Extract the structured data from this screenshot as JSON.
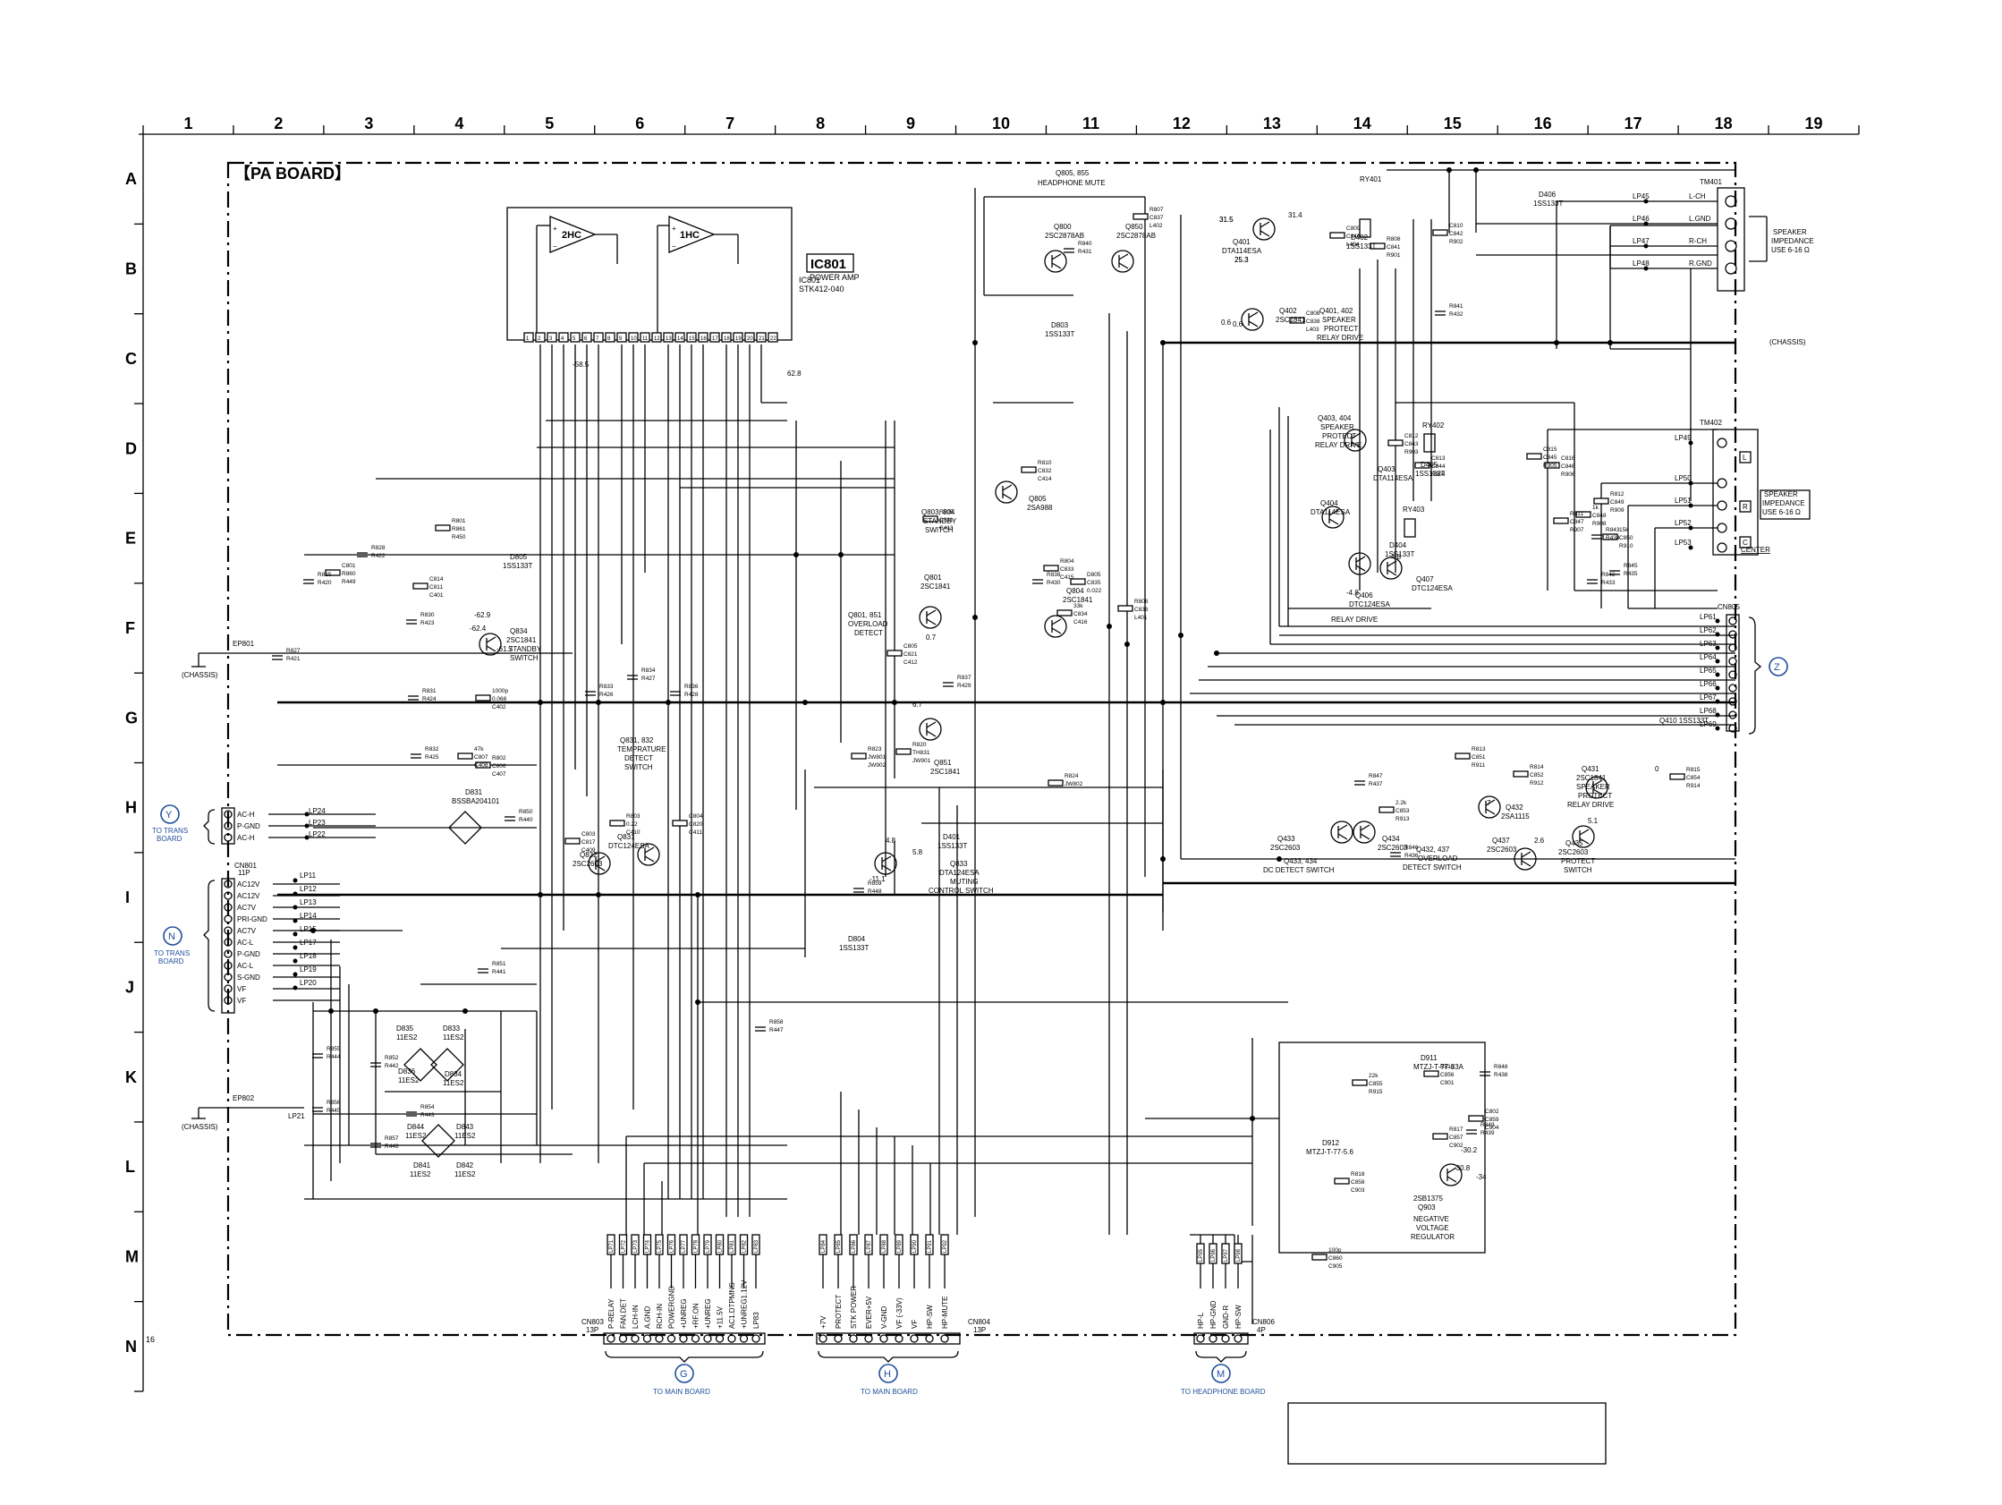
{
  "grid": {
    "columns": [
      "1",
      "2",
      "3",
      "4",
      "5",
      "6",
      "7",
      "8",
      "9",
      "10",
      "11",
      "12",
      "13",
      "14",
      "15",
      "16",
      "17",
      "18",
      "19"
    ],
    "rows": [
      "A",
      "B",
      "C",
      "D",
      "E",
      "F",
      "G",
      "H",
      "I",
      "J",
      "K",
      "L",
      "M",
      "N"
    ]
  },
  "board_title": "【PA BOARD】",
  "page_number": "16",
  "ic801": {
    "badge": "IC801",
    "part": "IC801",
    "part_no": "STK412-040",
    "function": "POWER AMP",
    "amp1": "1HC",
    "amp2": "2HC",
    "pins": [
      "1",
      "2",
      "3",
      "4",
      "5",
      "6",
      "7",
      "8",
      "9",
      "10",
      "11",
      "12",
      "13",
      "14",
      "15",
      "16",
      "17",
      "18",
      "19",
      "20",
      "21",
      "22"
    ]
  },
  "headphone_mute": {
    "label": "Q805, 855",
    "function": "HEADPHONE MUTE"
  },
  "transistors": {
    "q800": {
      "ref": "Q800",
      "part": "2SC2878AB"
    },
    "q850": {
      "ref": "Q850",
      "part": "2SC2878AB"
    },
    "q401": {
      "ref": "Q401",
      "part": "DTA114ESA",
      "v1": "31.5",
      "v2": "25.3"
    },
    "q402": {
      "ref": "Q402",
      "part": "2SC1841",
      "v": "0.6"
    },
    "q401_402": {
      "ref": "Q401, 402",
      "line1": "SPEAKER",
      "line2": "PROTECT",
      "line3": "RELAY DRIVE"
    },
    "q403": {
      "ref": "Q403",
      "part": "DTA114ESA"
    },
    "q404": {
      "ref": "Q404",
      "part": "DTA114ESA"
    },
    "q403_404": {
      "ref": "Q403, 404",
      "line1": "SPEAKER",
      "line2": "PROTECT",
      "line3": "RELAY DRIVE"
    },
    "q406": {
      "ref": "Q406",
      "part": "DTC124ESA"
    },
    "q407": {
      "ref": "Q407",
      "part": "DTC124ESA"
    },
    "relay_drive": "RELAY DRIVE",
    "q834": {
      "ref": "Q834",
      "part": "2SC1841",
      "func1": "STANDBY",
      "func2": "SWITCH"
    },
    "q805": {
      "ref": "Q805",
      "part": "2SA988"
    },
    "q803_804": {
      "ref": "Q803, 804",
      "func1": "STANDBY",
      "func2": "SWITCH"
    },
    "q804": {
      "ref": "Q804",
      "part": "2SC1841"
    },
    "q801": {
      "ref": "Q801",
      "part": "2SC1841"
    },
    "q801_851": {
      "ref": "Q801, 851",
      "func1": "OVERLOAD",
      "func2": "DETECT"
    },
    "q851": {
      "ref": "Q851",
      "part": "2SC1841"
    },
    "q831_832": {
      "ref": "Q831, 832",
      "func1": "TEMPRATURE",
      "func2": "DETECT",
      "func3": "SWITCH"
    },
    "q832": {
      "ref": "Q832",
      "part": "2SC2603"
    },
    "q831": {
      "ref": "Q831",
      "part": "DTC124ESA"
    },
    "q833": {
      "ref": "Q833",
      "part": "DTA124ESA",
      "func1": "MUTING",
      "func2": "CONTROL SWITCH"
    },
    "q433": {
      "ref": "Q433",
      "part": "2SC2603"
    },
    "q434": {
      "ref": "Q434",
      "part": "2SC2603"
    },
    "q433_434": {
      "ref": "Q433, 434",
      "func": "DC DETECT SWITCH"
    },
    "q432": {
      "ref": "Q432",
      "part": "2SA1115"
    },
    "q437": {
      "ref": "Q437",
      "part": "2SC2603"
    },
    "q432_437": {
      "ref": "Q432, 437",
      "func1": "OVERLOAD",
      "func2": "DETECT SWITCH"
    },
    "q431": {
      "ref": "Q431",
      "part": "2SC1841",
      "func1": "SPEAKER",
      "func2": "PROTECT",
      "func3": "RELAY DRIVE"
    },
    "q435": {
      "ref": "Q435",
      "part": "2SC2603",
      "func1": "PROTECT",
      "func2": "SWITCH"
    },
    "q903": {
      "ref": "Q903",
      "part": "2SB1375",
      "func1": "NEGATIVE",
      "func2": "VOLTAGE",
      "func3": "REGULATOR"
    }
  },
  "bridges": {
    "d831": {
      "ref": "D831",
      "part": "BSSBA204101"
    },
    "d835": {
      "ref": "D835",
      "part": "11ES2"
    },
    "d834": {
      "ref": "D834",
      "part": "11ES2"
    },
    "d836": {
      "ref": "D836",
      "part": "11ES2"
    },
    "d833": {
      "ref": "D833",
      "part": "11ES2"
    },
    "d844": {
      "ref": "D844",
      "part": "11ES2"
    },
    "d843": {
      "ref": "D843",
      "part": "11ES2"
    },
    "d841": {
      "ref": "D841",
      "part": "11ES2"
    },
    "d842": {
      "ref": "D842",
      "part": "11ES2"
    }
  },
  "diodes": {
    "d401": {
      "ref": "D401",
      "part": "1SS133T"
    },
    "d402": {
      "ref": "D402",
      "part": "1SS133T"
    },
    "d404": {
      "ref": "D404",
      "part": "1SS133T"
    },
    "d405": {
      "ref": "D405",
      "part": "1SS133T"
    },
    "d406": {
      "ref": "D406",
      "part": "1SS133T"
    },
    "d803": {
      "ref": "D803",
      "part": "1SS133T"
    },
    "d805": {
      "ref": "D805",
      "part": "1SS133T"
    },
    "d804": {
      "ref": "D804",
      "part": "1SS133T"
    },
    "d911": {
      "ref": "D911",
      "part": "MTZJ-T-77-33A"
    },
    "d912": {
      "ref": "D912",
      "part": "MTZJ-T-77-5.6"
    }
  },
  "relays": {
    "ry401": "RY401",
    "ry402": "RY402",
    "ry403": "RY403"
  },
  "terminals": {
    "tm401": {
      "ref": "TM401",
      "pins": [
        "LP45",
        "LP46",
        "LP47",
        "LP48"
      ],
      "labels": [
        "L-CH",
        "L.GND",
        "R-CH",
        "R.GND"
      ],
      "impedance": [
        "SPEAKER",
        "IMPEDANCE",
        "USE 6-16 Ω"
      ]
    },
    "tm402": {
      "ref": "TM402",
      "pins": [
        "LP49",
        "LP50",
        "LP51",
        "LP52",
        "LP53"
      ],
      "marks": [
        "L",
        "R",
        "C"
      ],
      "impedance": [
        "SPEAKER",
        "IMPEDANCE",
        "USE 6-16 Ω"
      ],
      "center": "CENTER"
    },
    "chassis": "(CHASSIS)"
  },
  "cn805": {
    "ref": "CN805",
    "pins": [
      "LP61",
      "LP62",
      "LP63",
      "LP64",
      "LP65",
      "LP66",
      "LP67",
      "LP68",
      "LP69"
    ],
    "marker": "Z",
    "note": "Q410 1SS133T"
  },
  "left_connectors": {
    "y": {
      "marker": "Y",
      "to1": "TO TRANS",
      "to2": "BOARD",
      "pins": [
        "AC-H",
        "P-GND",
        "AC-H"
      ],
      "lps": [
        "LP24",
        "LP23",
        "LP22"
      ]
    },
    "n": {
      "marker": "N",
      "to1": "TO TRANS",
      "to2": "BOARD",
      "ref": "CN801",
      "pins_label": "11P",
      "pins": [
        "AC12V",
        "AC12V",
        "AC7V",
        "PRI-GND",
        "AC7V",
        "AC-L",
        "P-GND",
        "AC-L",
        "S-GND",
        "VF",
        "VF"
      ],
      "lps": [
        "LP11",
        "LP12",
        "LP13",
        "LP14",
        "LP15",
        "LP17",
        "LP18",
        "LP19",
        "LP20"
      ]
    },
    "ep801": "EP801",
    "ep802": "EP802",
    "lp21": "LP21",
    "chassis1": "(CHASSIS)",
    "chassis2": "(CHASSIS)"
  },
  "bottom_connectors": {
    "cn803": {
      "ref": "CN803",
      "pins_label": "13P",
      "marker": "G",
      "to": "TO MAIN BOARD",
      "pins": [
        "P-RELAY",
        "FAN.DET",
        "LCH-IN",
        "A.GND",
        "RCH-IN",
        "POWERGND",
        "+UNREG",
        "+RF.ON",
        "+UNREG",
        "+11.5V",
        "AC1.DTPMNS",
        "+UNREG1.12V",
        "LP83"
      ],
      "lps": [
        "LP71",
        "LP72",
        "LP73",
        "LP74",
        "LP75",
        "LP76",
        "LP77",
        "LP78",
        "LP79",
        "LP80",
        "LP81",
        "LP82",
        "LP83"
      ]
    },
    "cn804": {
      "ref": "CN804",
      "pins_label": "13P",
      "marker": "H",
      "to": "TO MAIN BOARD",
      "pins": [
        "+7V",
        "PROTECT",
        "STK POWER",
        "EVER+5V",
        "V-GND",
        "VF (-33V)",
        "VF",
        "HP-SW",
        "HP-MUTE"
      ],
      "lps": [
        "LP84",
        "LP85",
        "LP86",
        "LP87",
        "LP88",
        "LP89",
        "LP90",
        "LP91",
        "LP92"
      ]
    },
    "cn806": {
      "ref": "CN806",
      "pins_label": "4P",
      "marker": "M",
      "to": "TO HEADPHONE BOARD",
      "pins": [
        "HP-L",
        "HP-GND",
        "GND-R",
        "HP-SW"
      ],
      "lps": [
        "LP95",
        "LP96",
        "LP97",
        "LP98"
      ]
    }
  },
  "components": [
    "C801",
    "R801",
    "C814",
    "1000p",
    "R802",
    "47k",
    "C803",
    "R803",
    "C804",
    "C805",
    "R805",
    "R810",
    "R804",
    "33k",
    "D805",
    "R806",
    "R807",
    "C808",
    "C809",
    "R808",
    "C810",
    "C812",
    "C813",
    "C815",
    "C816",
    "R811",
    "1k",
    "R812",
    "15k",
    "R813",
    "R814",
    "2.2k",
    "R815",
    "22k",
    "R816",
    "R817",
    "R818",
    "C802",
    "100p",
    "R820",
    "R823",
    "R824",
    "R825",
    "R827",
    "R828",
    "R830",
    "R831",
    "R832",
    "R833",
    "R834",
    "R836",
    "R837",
    "R838",
    "R840",
    "R841",
    "R842",
    "R843",
    "R845",
    "R846",
    "R847",
    "R848",
    "R849",
    "R850",
    "R851",
    "R852",
    "R854",
    "R855",
    "R856",
    "R857",
    "R858",
    "R859",
    "R860",
    "R861",
    "C811",
    "0.068",
    "C806",
    "C807",
    "C817",
    "0.22",
    "C820",
    "C821",
    "C831",
    "C832",
    "C833",
    "C834",
    "C835",
    "C836",
    "C837",
    "C838",
    "C840",
    "C841",
    "C842",
    "C843",
    "C844",
    "C845",
    "C846",
    "C847",
    "C848",
    "C849",
    "C850",
    "C851",
    "C852",
    "C853",
    "C854",
    "C855",
    "C856",
    "C857",
    "C858",
    "C859",
    "C860",
    "TH831",
    "JW801",
    "JW802",
    "R420",
    "R421",
    "R422",
    "R423",
    "R424",
    "R425",
    "R426",
    "R427",
    "R428",
    "R429",
    "R430",
    "R431",
    "R432",
    "R433",
    "R434",
    "R435",
    "R436",
    "R437",
    "R438",
    "R439",
    "R440",
    "R441",
    "R442",
    "R443",
    "R444",
    "R445",
    "R446",
    "R447",
    "R448",
    "R449",
    "R450",
    "C401",
    "C402",
    "C407",
    "C408",
    "C409",
    "C410",
    "C411",
    "C412",
    "C413",
    "C414",
    "C415",
    "C416",
    "0.022",
    "L401",
    "L402",
    "L403",
    "L404",
    "R901",
    "R902",
    "R903",
    "R904",
    "R905",
    "R906",
    "R907",
    "R908",
    "R909",
    "R910",
    "R911",
    "R912",
    "R913",
    "R914",
    "R915",
    "C901",
    "C902",
    "C903",
    "C904",
    "C905",
    "JW901",
    "JW902"
  ],
  "voltages": [
    "-58.5",
    "62.8",
    "-61.7",
    "-62.4",
    "-62.9",
    "0.7",
    "6.7",
    "4.8",
    "5.8",
    "-11.1",
    "-30.8",
    "-30.2",
    "-34",
    "31.5",
    "31.4",
    "25.3",
    "0.6",
    "4.8",
    "-4.8",
    "0",
    "2.6",
    "5.1",
    "7"
  ],
  "title_box": ""
}
